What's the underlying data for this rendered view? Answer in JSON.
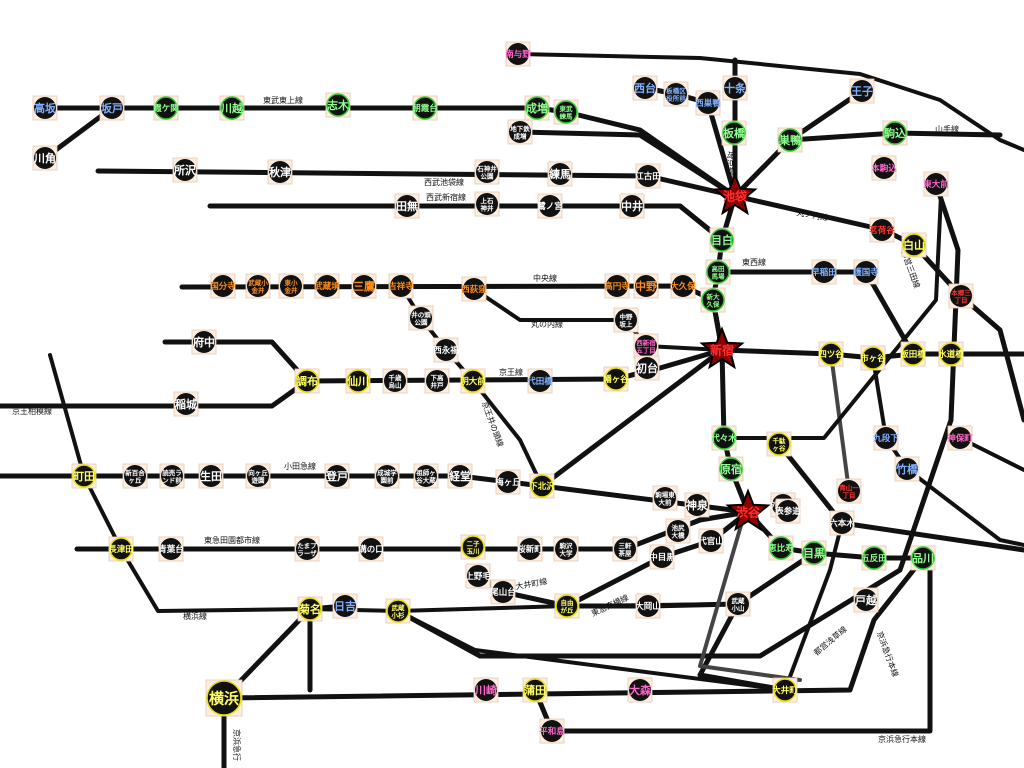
{
  "colors": {
    "line": "#111111",
    "line_gray": "#444444",
    "station_fill": "#111111",
    "hub_fill": "#8b0000",
    "ring_yellow": "#e8e000",
    "ring_green": "#33cc33",
    "label_orange": "#ff8c1a",
    "label_blue": "#7fb0ff",
    "label_green": "#8fff8f",
    "label_yellow": "#ffff66",
    "label_pink": "#ff66cc",
    "label_red": "#ff3030",
    "label_white": "#ffffff"
  },
  "line_labels": [
    {
      "id": "tobu-tojo",
      "text": "東武東上線"
    },
    {
      "id": "seibu-ikebukuro",
      "text": "西武池袋線"
    },
    {
      "id": "seibu-shinjuku",
      "text": "西武新宿線"
    },
    {
      "id": "saikyo",
      "text": "埼京線"
    },
    {
      "id": "yamanote",
      "text": "山手線"
    },
    {
      "id": "marunouchi-n",
      "text": "丸ノ内線"
    },
    {
      "id": "tozai",
      "text": "東西線"
    },
    {
      "id": "mita",
      "text": "都営三田線"
    },
    {
      "id": "chuo",
      "text": "中央線"
    },
    {
      "id": "marunouchi",
      "text": "丸の内線"
    },
    {
      "id": "keio",
      "text": "京王線"
    },
    {
      "id": "keio-inokashira",
      "text": "京王井の頭線"
    },
    {
      "id": "keio-sagamihara",
      "text": "京王相模線"
    },
    {
      "id": "odakyu",
      "text": "小田急線"
    },
    {
      "id": "denentoshi",
      "text": "東急田園都市線"
    },
    {
      "id": "oimachi",
      "text": "東急大井町線"
    },
    {
      "id": "toyoko",
      "text": "東急東横線"
    },
    {
      "id": "asakusa",
      "text": "都営浅草線"
    },
    {
      "id": "yokohama",
      "text": "横浜線"
    },
    {
      "id": "keikyu-honsen-v",
      "text": "京浜急行本線"
    },
    {
      "id": "keikyu-honsen-h",
      "text": "京浜急行本線"
    },
    {
      "id": "keihin-kyuko",
      "text": "京浜急行"
    }
  ],
  "stations": [
    {
      "id": "minami-yono",
      "name": "南与野",
      "color": "pink"
    },
    {
      "id": "takasaka",
      "name": "高坂",
      "color": "blue"
    },
    {
      "id": "sakado",
      "name": "坂戸",
      "color": "blue"
    },
    {
      "id": "kasumigaseki",
      "name": "霞ケ関",
      "color": "green"
    },
    {
      "id": "kawagoe",
      "name": "川越",
      "color": "green"
    },
    {
      "id": "shiki",
      "name": "志木",
      "color": "green"
    },
    {
      "id": "asakadai",
      "name": "朝霞台",
      "color": "green"
    },
    {
      "id": "narimasu",
      "name": "成増",
      "color": "green"
    },
    {
      "id": "tobu-nerima",
      "name": "東武練馬",
      "color": "green"
    },
    {
      "id": "chikatetsu-narimasu",
      "name": "地下鉄成増",
      "color": "white"
    },
    {
      "id": "kawakado",
      "name": "川角",
      "color": "white"
    },
    {
      "id": "tokorozawa",
      "name": "所沢",
      "color": "white"
    },
    {
      "id": "akitsu",
      "name": "秋津",
      "color": "white"
    },
    {
      "id": "shakujii-koen",
      "name": "石神井公園",
      "color": "white"
    },
    {
      "id": "nerima",
      "name": "練馬",
      "color": "white"
    },
    {
      "id": "ekoda",
      "name": "江古田",
      "color": "white"
    },
    {
      "id": "tanashi",
      "name": "田無",
      "color": "white"
    },
    {
      "id": "kami-shakujii",
      "name": "上石神井",
      "color": "white"
    },
    {
      "id": "saginomiya",
      "name": "鷺ノ宮",
      "color": "white"
    },
    {
      "id": "nakai",
      "name": "中井",
      "color": "white"
    },
    {
      "id": "nishidai",
      "name": "西台",
      "color": "blue"
    },
    {
      "id": "itabashi-kuyakusho",
      "name": "板橋区役所前",
      "color": "blue"
    },
    {
      "id": "nishi-sugamo",
      "name": "西巣鴨",
      "color": "blue"
    },
    {
      "id": "jujo",
      "name": "十条",
      "color": "blue"
    },
    {
      "id": "oji",
      "name": "王子",
      "color": "blue"
    },
    {
      "id": "itabashi",
      "name": "板橋",
      "color": "green"
    },
    {
      "id": "sugamo",
      "name": "巣鴨",
      "color": "green"
    },
    {
      "id": "komagome",
      "name": "駒込",
      "color": "green"
    },
    {
      "id": "hon-komagome",
      "name": "本駒込",
      "color": "pink"
    },
    {
      "id": "todaimae",
      "name": "東大前",
      "color": "pink"
    },
    {
      "id": "ikebukuro",
      "name": "池袋",
      "color": "red",
      "hub": true
    },
    {
      "id": "myogadani",
      "name": "茗荷谷",
      "color": "red"
    },
    {
      "id": "hakusan",
      "name": "白山",
      "color": "yellow"
    },
    {
      "id": "mejiro",
      "name": "目白",
      "color": "green"
    },
    {
      "id": "takadanobaba",
      "name": "高田馬場",
      "color": "green"
    },
    {
      "id": "waseda",
      "name": "早稲田",
      "color": "blue"
    },
    {
      "id": "gokokuji",
      "name": "護国寺",
      "color": "blue"
    },
    {
      "id": "hongo-sanchome",
      "name": "本郷三丁目",
      "color": "red"
    },
    {
      "id": "kokubunji",
      "name": "国分寺",
      "color": "orange"
    },
    {
      "id": "musashi-koganei",
      "name": "武蔵小金井",
      "color": "orange"
    },
    {
      "id": "higashi-koganei",
      "name": "東小金井",
      "color": "orange"
    },
    {
      "id": "musashi-sakai",
      "name": "武蔵境",
      "color": "orange"
    },
    {
      "id": "mitaka",
      "name": "三鷹",
      "color": "orange"
    },
    {
      "id": "kichijoji",
      "name": "吉祥寺",
      "color": "orange"
    },
    {
      "id": "nishi-ogikubo",
      "name": "西荻窪",
      "color": "orange"
    },
    {
      "id": "koenji",
      "name": "高円寺",
      "color": "orange"
    },
    {
      "id": "nakano",
      "name": "中野",
      "color": "orange"
    },
    {
      "id": "okubo",
      "name": "大久保",
      "color": "orange"
    },
    {
      "id": "shin-okubo",
      "name": "新大久保",
      "color": "green"
    },
    {
      "id": "nakano-sakaue",
      "name": "中野坂上",
      "color": "white"
    },
    {
      "id": "nishi-shinjuku-gochome",
      "name": "西新宿五丁目",
      "color": "pink"
    },
    {
      "id": "inokashira-koen",
      "name": "井の頭公園",
      "color": "white"
    },
    {
      "id": "nishi-eifuku",
      "name": "西永福",
      "color": "white"
    },
    {
      "id": "shinjuku",
      "name": "新宿",
      "color": "red",
      "hub": true
    },
    {
      "id": "yotsuya",
      "name": "四ツ谷",
      "color": "yellow"
    },
    {
      "id": "ichigaya",
      "name": "市ヶ谷",
      "color": "yellow"
    },
    {
      "id": "iidabashi",
      "name": "飯田橋",
      "color": "yellow"
    },
    {
      "id": "suidobashi",
      "name": "水道橋",
      "color": "yellow"
    },
    {
      "id": "jimbocho",
      "name": "神保町",
      "color": "pink"
    },
    {
      "id": "fuchu",
      "name": "府中",
      "color": "white"
    },
    {
      "id": "chofu",
      "name": "調布",
      "color": "yellow"
    },
    {
      "id": "sengawa",
      "name": "仙川",
      "color": "yellow"
    },
    {
      "id": "chitose-karasuyama",
      "name": "千歳烏山",
      "color": "white"
    },
    {
      "id": "shimo-takaido",
      "name": "下高井戸",
      "color": "white"
    },
    {
      "id": "meidaimae",
      "name": "明大前",
      "color": "yellow"
    },
    {
      "id": "yoyogi-uehara",
      "name": "代田橋",
      "color": "blue"
    },
    {
      "id": "hatagaya",
      "name": "幡ヶ谷",
      "color": "yellow"
    },
    {
      "id": "hatsudai",
      "name": "初台",
      "color": "white"
    },
    {
      "id": "inagi",
      "name": "稲城",
      "color": "white"
    },
    {
      "id": "yoyogi",
      "name": "代々木",
      "color": "green"
    },
    {
      "id": "sendagaya",
      "name": "千駄ヶ谷",
      "color": "yellow"
    },
    {
      "id": "kudanshita",
      "name": "九段下",
      "color": "blue"
    },
    {
      "id": "takebashi",
      "name": "竹橋",
      "color": "blue"
    },
    {
      "id": "harajuku",
      "name": "原宿",
      "color": "green"
    },
    {
      "id": "gaienmae",
      "name": "外苑前",
      "color": "white"
    },
    {
      "id": "aoyama-itchome",
      "name": "青山一丁目",
      "color": "red"
    },
    {
      "id": "machida",
      "name": "町田",
      "color": "yellow"
    },
    {
      "id": "shin-yurigaoka",
      "name": "新百合ヶ丘",
      "color": "white"
    },
    {
      "id": "yomiuri-land",
      "name": "読売ランド前",
      "color": "white"
    },
    {
      "id": "ikuta",
      "name": "生田",
      "color": "white"
    },
    {
      "id": "mukogaoka-yuen",
      "name": "向ヶ丘遊園",
      "color": "white"
    },
    {
      "id": "noborito",
      "name": "登戸",
      "color": "white"
    },
    {
      "id": "seijo-gakuen",
      "name": "成城学園前",
      "color": "white"
    },
    {
      "id": "soshigaya-okura",
      "name": "祖師ヶ谷大蔵",
      "color": "white"
    },
    {
      "id": "kyodo",
      "name": "経堂",
      "color": "white"
    },
    {
      "id": "umegaoka",
      "name": "梅ヶ丘",
      "color": "white"
    },
    {
      "id": "shimokitazawa",
      "name": "下北沢",
      "color": "yellow"
    },
    {
      "id": "komaba-todaimae",
      "name": "駒場東大前",
      "color": "white"
    },
    {
      "id": "shinsen",
      "name": "神泉",
      "color": "white"
    },
    {
      "id": "shibuya",
      "name": "渋谷",
      "color": "red",
      "hub": true
    },
    {
      "id": "omotesando",
      "name": "表参道",
      "color": "white"
    },
    {
      "id": "roppongi",
      "name": "六本木",
      "color": "white"
    },
    {
      "id": "nagatsuta",
      "name": "長津田",
      "color": "yellow"
    },
    {
      "id": "aobadai",
      "name": "青葉台",
      "color": "white"
    },
    {
      "id": "tama-plaza",
      "name": "たまプラーザ",
      "color": "white"
    },
    {
      "id": "mizonokuchi",
      "name": "溝の口",
      "color": "white"
    },
    {
      "id": "futako-tamagawa",
      "name": "二子玉川",
      "color": "yellow"
    },
    {
      "id": "sakura-shimmachi",
      "name": "桜新町",
      "color": "white"
    },
    {
      "id": "komazawa-daigaku",
      "name": "駒沢大学",
      "color": "white"
    },
    {
      "id": "sangenjaya",
      "name": "三軒茶屋",
      "color": "white"
    },
    {
      "id": "ikejiri-ohashi",
      "name": "池尻大橋",
      "color": "white"
    },
    {
      "id": "nakameguro",
      "name": "中目黒",
      "color": "white"
    },
    {
      "id": "daikanyama",
      "name": "代官山",
      "color": "white"
    },
    {
      "id": "ebisu",
      "name": "恵比寿",
      "color": "green"
    },
    {
      "id": "meguro",
      "name": "目黒",
      "color": "green"
    },
    {
      "id": "gotanda",
      "name": "五反田",
      "color": "green"
    },
    {
      "id": "shinagawa",
      "name": "品川",
      "color": "green"
    },
    {
      "id": "kaminoge",
      "name": "上野毛",
      "color": "white"
    },
    {
      "id": "oyamadai",
      "name": "尾山台",
      "color": "white"
    },
    {
      "id": "jiyugaoka",
      "name": "自由が丘",
      "color": "yellow"
    },
    {
      "id": "ookayama",
      "name": "大岡山",
      "color": "white"
    },
    {
      "id": "musashi-koyama",
      "name": "武蔵小山",
      "color": "white"
    },
    {
      "id": "togoshi",
      "name": "戸越",
      "color": "white"
    },
    {
      "id": "kikuna",
      "name": "菊名",
      "color": "yellow"
    },
    {
      "id": "hiyoshi",
      "name": "日吉",
      "color": "blue"
    },
    {
      "id": "musashi-kosugi",
      "name": "武蔵小杉",
      "color": "yellow"
    },
    {
      "id": "yokohama-st",
      "name": "横浜",
      "color": "yellow",
      "big": true
    },
    {
      "id": "kawasaki",
      "name": "川崎",
      "color": "pink"
    },
    {
      "id": "kamata",
      "name": "蒲田",
      "color": "yellow"
    },
    {
      "id": "omori",
      "name": "大森",
      "color": "pink"
    },
    {
      "id": "oimachi",
      "name": "大井町",
      "color": "yellow"
    },
    {
      "id": "heiwajima",
      "name": "平和島",
      "color": "pink"
    }
  ]
}
